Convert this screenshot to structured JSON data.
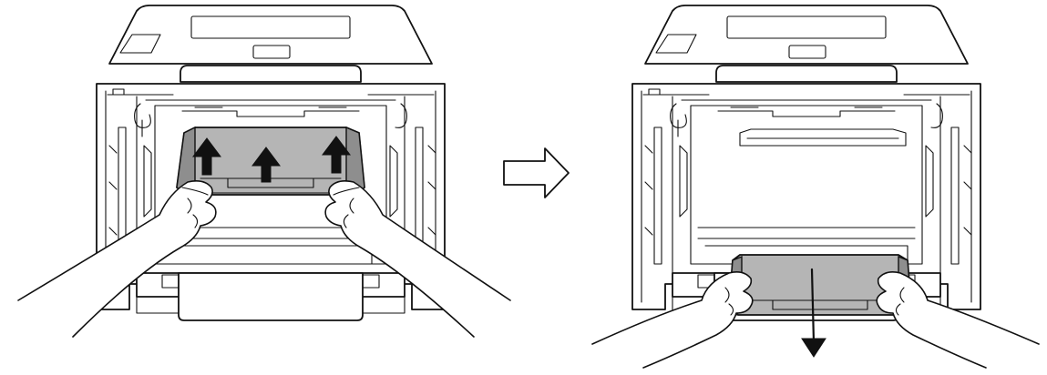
{
  "figure": {
    "panels": [
      {
        "step": 1,
        "unit_motion": "up",
        "arrow_count": 3
      },
      {
        "step": 2,
        "unit_motion": "down",
        "arrow_count": 1
      }
    ],
    "transition_icon": "outline-right-arrow-icon",
    "colors": {
      "line": "#111111",
      "unit_fill": "#b5b5b5",
      "background": "#ffffff"
    }
  }
}
